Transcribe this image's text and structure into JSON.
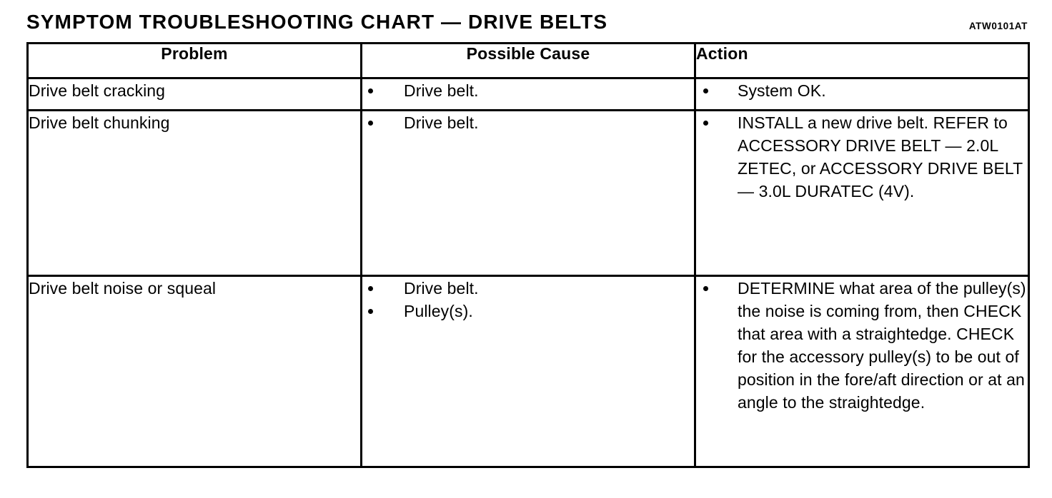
{
  "document": {
    "title": "SYMPTOM TROUBLESHOOTING CHART — DRIVE BELTS",
    "code": "ATW0101AT"
  },
  "table": {
    "headers": {
      "problem": "Problem",
      "cause": "Possible Cause",
      "action": "Action"
    },
    "rows": [
      {
        "problem": "Drive belt cracking",
        "causes": [
          "Drive belt."
        ],
        "actions": [
          "System OK."
        ]
      },
      {
        "problem": "Drive belt chunking",
        "causes": [
          "Drive belt."
        ],
        "actions": [
          "INSTALL a new drive belt. REFER to ACCESSORY DRIVE BELT — 2.0L ZETEC, or ACCESSORY DRIVE BELT — 3.0L DURATEC (4V)."
        ]
      },
      {
        "problem": "Drive belt noise or squeal",
        "causes": [
          "Drive belt.",
          "Pulley(s)."
        ],
        "actions": [
          "DETERMINE what area of the pulley(s) the noise is coming from, then CHECK that area with a straightedge.  CHECK for the accessory pulley(s) to be out of position in the fore/aft direction or at an angle to the straightedge."
        ]
      }
    ]
  },
  "colors": {
    "ink": "#000000",
    "paper": "#ffffff"
  }
}
